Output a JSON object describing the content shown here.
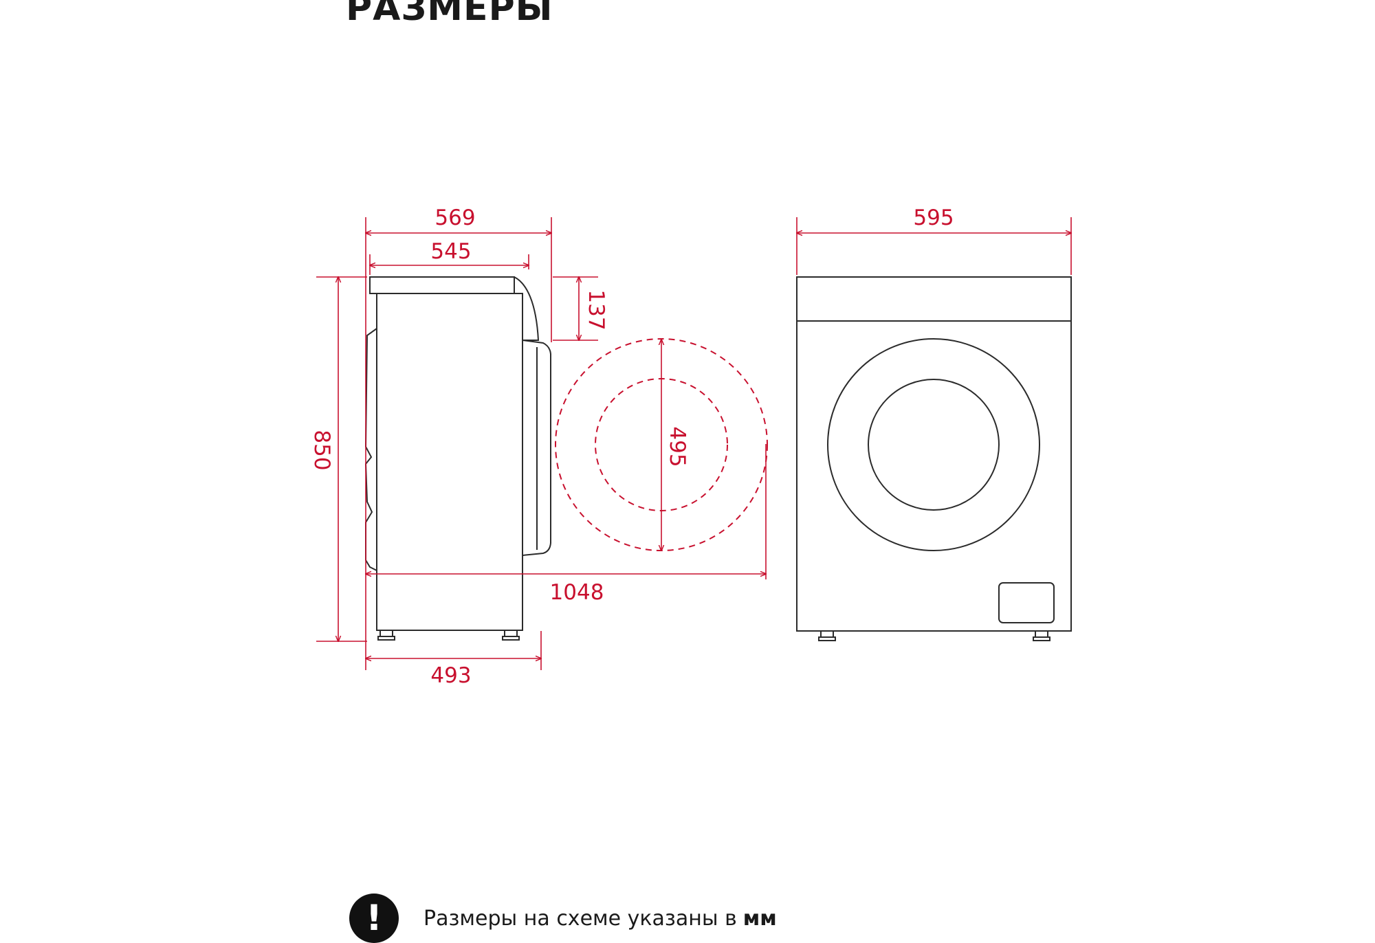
{
  "title": "РАЗМЕРЫ",
  "dimensions": {
    "side_top_depth": "569",
    "side_body_depth": "545",
    "panel_height": "137",
    "height": "850",
    "door_diameter": "495",
    "depth_door_open": "1048",
    "base_depth": "493",
    "front_width": "595"
  },
  "colors": {
    "dimension_lines": "#c8102e",
    "outline": "#2b2b2b"
  },
  "icons": {
    "warning": "exclamation-icon"
  },
  "footnote": {
    "warning_symbol": "!",
    "text": "Размеры на схеме указаны в",
    "unit": "мм"
  }
}
